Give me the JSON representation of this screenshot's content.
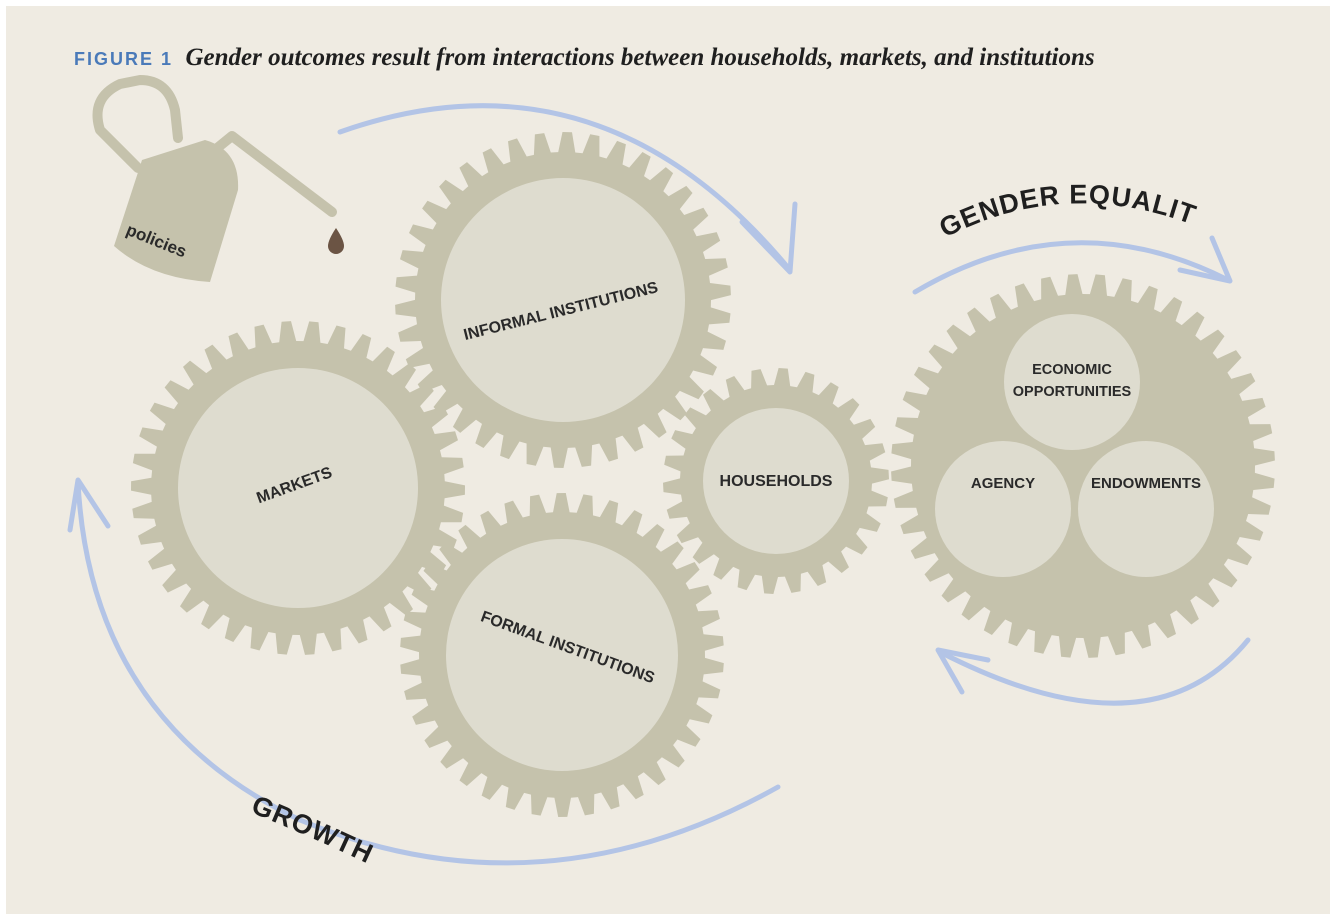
{
  "figure": {
    "label": "FIGURE 1",
    "title": "Gender outcomes result from interactions between households, markets, and institutions"
  },
  "nodes": {
    "policies": "policies",
    "informal_institutions": "INFORMAL INSTITUTIONS",
    "markets": "MARKETS",
    "formal_institutions": "FORMAL INSTITUTIONS",
    "households": "HOUSEHOLDS",
    "economic_line1": "ECONOMIC",
    "economic_line2": "OPPORTUNITIES",
    "agency": "AGENCY",
    "endowments": "ENDOWMENTS"
  },
  "flows": {
    "gender_equality": "GENDER EQUALITY",
    "growth": "GROWTH"
  },
  "colors": {
    "background": "#efebe2",
    "gear": "#c5c2ac",
    "gear_face": "#dedccf",
    "arrow": "#b3c4e6",
    "oil_drop": "#6b5444",
    "figure_label": "#4a7ab9"
  }
}
